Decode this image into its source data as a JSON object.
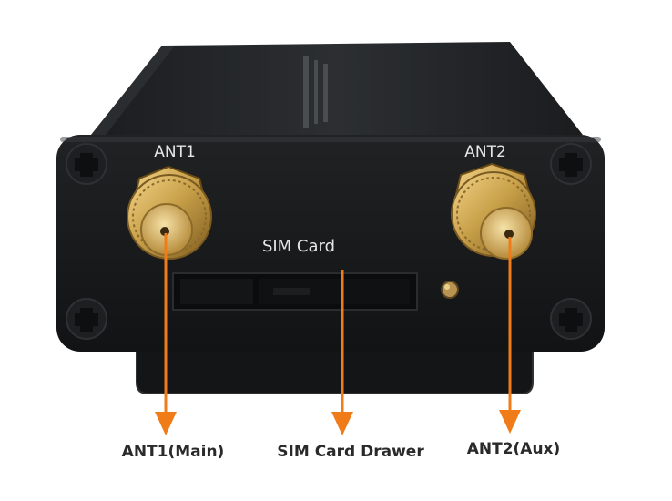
{
  "device": {
    "panel_labels": {
      "ant1": "ANT1",
      "ant2": "ANT2",
      "sim_card": "SIM Card"
    },
    "case_color": "#17191b",
    "connector_color": "#c9a14a"
  },
  "callouts": {
    "ant1": "ANT1(Main)",
    "sim_drawer": "SIM Card Drawer",
    "ant2": "ANT2(Aux)",
    "arrow_color": "#f07c19"
  }
}
